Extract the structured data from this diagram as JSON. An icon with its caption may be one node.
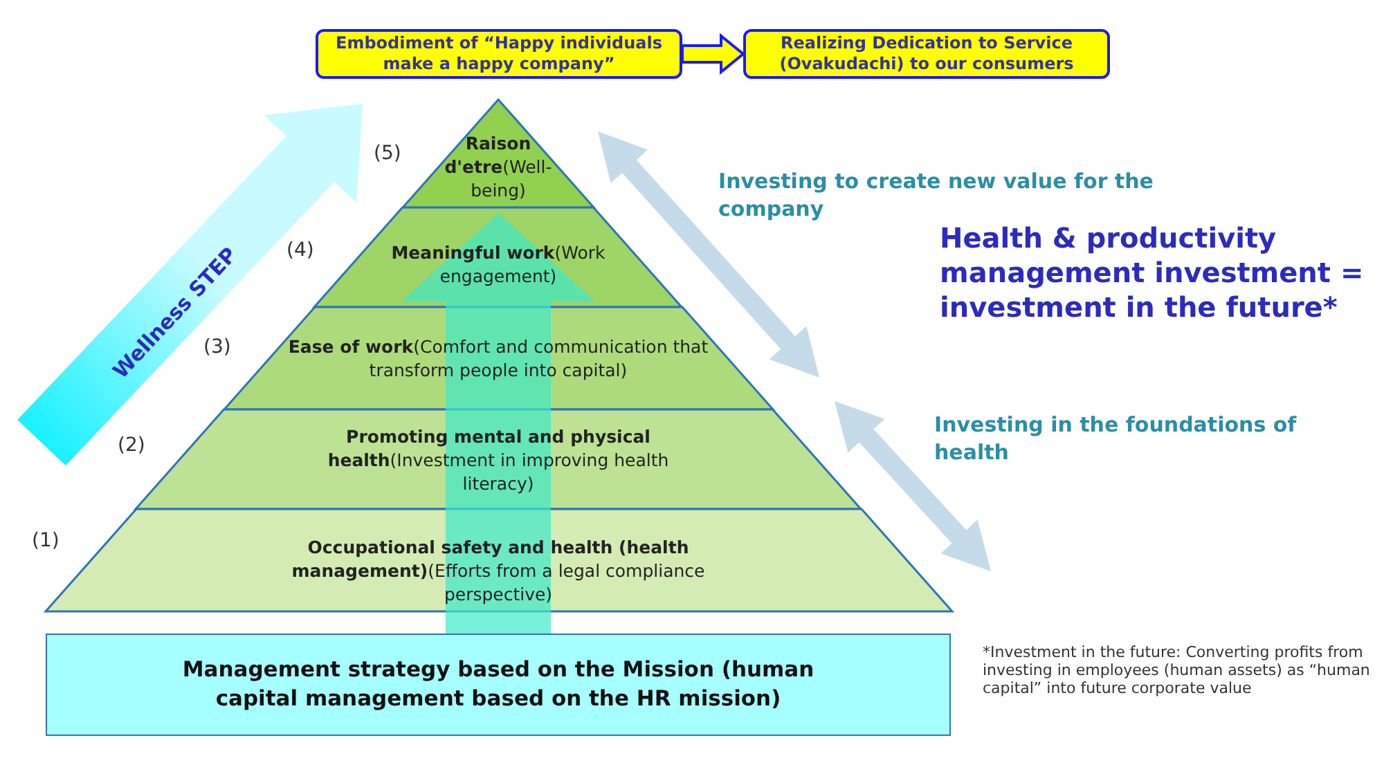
{
  "diagram": {
    "nodes": [
      {
        "text": [
          "Embodiment of “Happy individuals make a happy company”"
        ]
      },
      {
        "text": [
          "Realizing Dedication to Service (Ovakudachi) to our consumers"
        ]
      },
      {
        "text": [
          "**Raison d'etre**(Well-being)"
        ]
      },
      {
        "text": [
          "**Meaningful work**(Work engagement)"
        ]
      },
      {
        "text": [
          "**Ease of work**(Comfort and communication that transform people into capital)"
        ]
      },
      {
        "text": [
          "**Promoting mental and physical health**(Investment in improving health literacy)"
        ]
      },
      {
        "text": [
          "**Occupational safety and health (health management)**(Efforts from a legal compliance perspective)"
        ]
      },
      {
        "text": [
          "Management strategy based on the Mission (human capital management based on the HR mission)"
        ]
      }
    ],
    "edges": [
      {
        "from": 0,
        "to": 1,
        "arrow": "to"
      },
      {
        "from": 7,
        "to": 3,
        "arrow": "to"
      }
    ],
    "labels": [
      "(5)",
      "Investing to create new value for the company",
      "(4)",
      "Wellness STEP",
      "Health & productivity management investment = investment in the future*",
      "(3)",
      "Investing in the foundations of health",
      "(2)",
      "(1)",
      "*Investment in the future: Converting profits from investing in employees (human assets) as “human capital” into future corporate value"
    ]
  }
}
